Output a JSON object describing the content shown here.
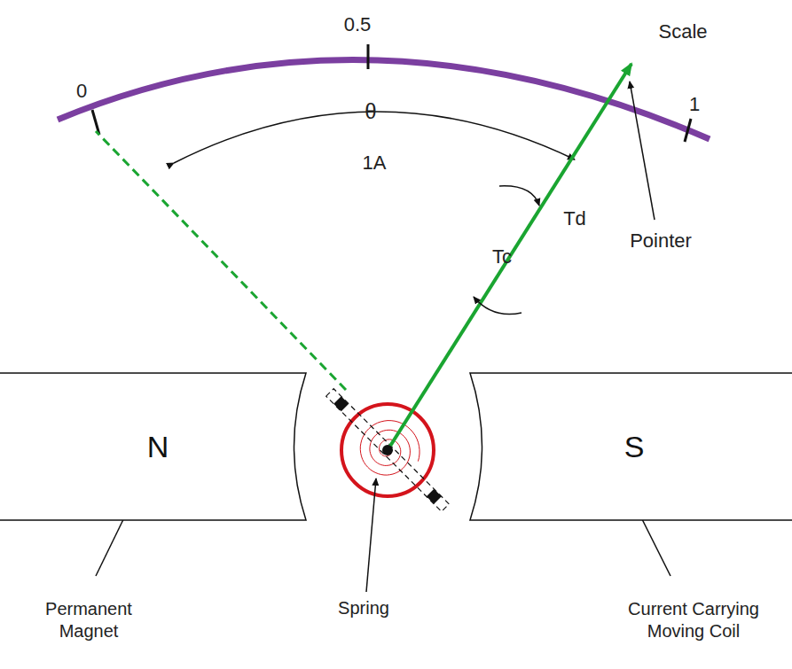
{
  "diagram": {
    "nodes": [
      {
        "text": [
          "N"
        ]
      },
      {
        "text": [
          "S"
        ]
      }
    ],
    "labels": [
      "0",
      "0.5",
      "Scale",
      "1",
      "θ",
      "1A",
      "Tc",
      "Td",
      "Pointer",
      "Permanent Magnet",
      "Spring",
      "Current Carrying Moving Coil"
    ]
  }
}
